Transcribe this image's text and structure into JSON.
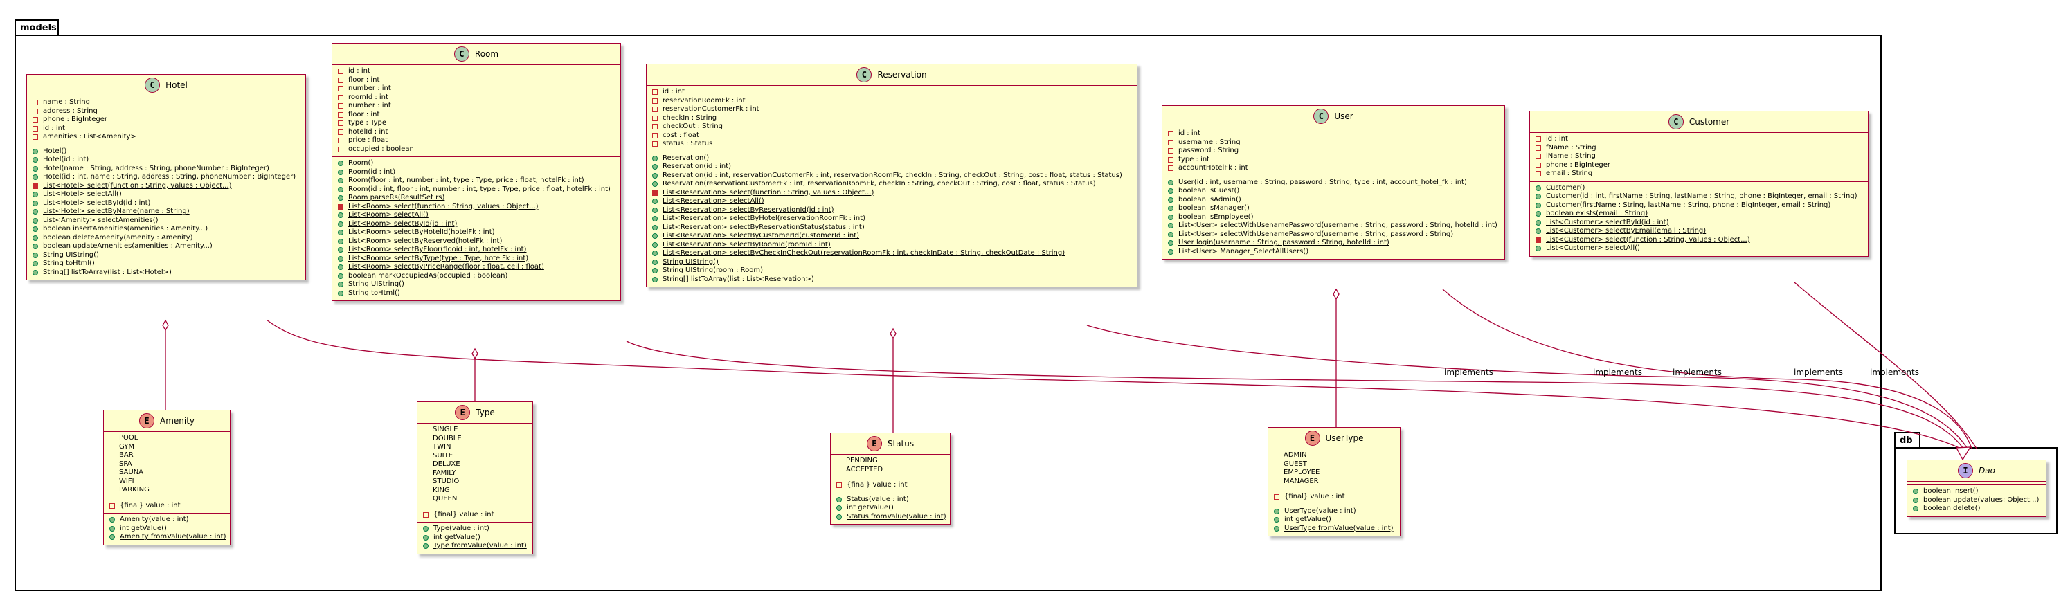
{
  "packages": {
    "models": "models",
    "db": "db"
  },
  "colors": {
    "class_bg": "#fefece",
    "border": "#a80036",
    "class_badge": "#add1b2",
    "enum_badge": "#eb937f",
    "interface_badge": "#b4a7e5",
    "private": "#c82930",
    "public": "#84be84"
  },
  "classes": {
    "hotel": {
      "name": "Hotel",
      "fields": [
        {
          "t": "name : String"
        },
        {
          "t": "address : String"
        },
        {
          "t": "phone : BigInteger"
        },
        {
          "t": "id : int"
        },
        {
          "t": "amenities : List<Amenity>"
        }
      ],
      "methods": [
        {
          "t": "Hotel()"
        },
        {
          "t": "Hotel(id : int)"
        },
        {
          "t": "Hotel(name : String, address : String, phoneNumber : BigInteger)"
        },
        {
          "t": "Hotel(id : int, name : String, address : String, phoneNumber : BigInteger)"
        },
        {
          "t": "List<Hotel> select(function : String, values : Object...)"
        },
        {
          "t": "List<Hotel> selectAll()"
        },
        {
          "t": "List<Hotel> selectById(id : int)"
        },
        {
          "t": "List<Hotel> selectByName(name : String)"
        },
        {
          "t": "List<Amenity> selectAmenities()"
        },
        {
          "t": "boolean insertAmenities(amenities : Amenity...)"
        },
        {
          "t": "boolean deleteAmenity(amenity : Amenity)"
        },
        {
          "t": "boolean updateAmenities(amenities : Amenity...)"
        },
        {
          "t": "String UIString()"
        },
        {
          "t": "String toHtml()"
        },
        {
          "t": "String[] listToArray(list : List<Hotel>)"
        }
      ]
    },
    "room": {
      "name": "Room",
      "fields": [
        {
          "t": "id : int"
        },
        {
          "t": "floor : int"
        },
        {
          "t": "number : int"
        },
        {
          "t": "roomId : int"
        },
        {
          "t": "number : int"
        },
        {
          "t": "floor : int"
        },
        {
          "t": "type : Type"
        },
        {
          "t": "hotelId : int"
        },
        {
          "t": "price : float"
        },
        {
          "t": "occupied : boolean"
        }
      ],
      "methods": [
        {
          "t": "Room()"
        },
        {
          "t": "Room(id : int)"
        },
        {
          "t": "Room(floor : int, number : int, type : Type, price : float, hotelFk : int)"
        },
        {
          "t": "Room(id : int, floor : int, number : int, type : Type, price : float, hotelFk : int)"
        },
        {
          "t": "Room parseRs(ResultSet rs)"
        },
        {
          "t": "List<Room> select(function : String, values : Object...)"
        },
        {
          "t": "List<Room> selectAll()"
        },
        {
          "t": "List<Room> selectById(id : int)"
        },
        {
          "t": "List<Room> selectByHotelId(hotelFk : int)"
        },
        {
          "t": "List<Room> selectByReserved(hotelFk : int)"
        },
        {
          "t": "List<Room> selectByFloor(flooid : int, hotelFk : int)"
        },
        {
          "t": "List<Room> selectByType(type : Type, hotelFk : int)"
        },
        {
          "t": "List<Room> selectByPriceRange(floor : float, ceil : float)"
        },
        {
          "t": "boolean markOccupiedAs(occupied : boolean)"
        },
        {
          "t": "String UIString()"
        },
        {
          "t": "String toHtml()"
        }
      ]
    },
    "reservation": {
      "name": "Reservation",
      "fields": [
        {
          "t": "id : int"
        },
        {
          "t": "reservationRoomFk : int"
        },
        {
          "t": "reservationCustomerFk : int"
        },
        {
          "t": "checkIn : String"
        },
        {
          "t": "checkOut : String"
        },
        {
          "t": "cost : float"
        },
        {
          "t": "status : Status"
        }
      ],
      "methods": [
        {
          "t": "Reservation()"
        },
        {
          "t": "Reservation(id : int)"
        },
        {
          "t": "Reservation(id : int, reservationCustomerFk : int, reservationRoomFk, checkIn : String, checkOut : String, cost : float, status : Status)"
        },
        {
          "t": "Reservation(reservationCustomerFk : int, reservationRoomFk, checkIn : String, checkOut : String, cost : float, status : Status)"
        },
        {
          "t": "List<Reservation> select(function : String, values : Object...)"
        },
        {
          "t": "List<Reservation> selectAll()"
        },
        {
          "t": "List<Reservation> selectByReservationId(id : int)"
        },
        {
          "t": "List<Reservation> selectByHotel(reservationRoomFk : int)"
        },
        {
          "t": "List<Reservation> selectByReservationStatus(status : int)"
        },
        {
          "t": "List<Reservation> selectByCustomerId(customerId : int)"
        },
        {
          "t": "List<Reservation> selectByRoomId(roomId : int)"
        },
        {
          "t": "List<Reservation> selectByCheckInCheckOut(reservationRoomFk : int, checkInDate : String, checkOutDate : String)"
        },
        {
          "t": "String UIString()"
        },
        {
          "t": "String UIString(room : Room)"
        },
        {
          "t": "String[] listToArray(list : List<Reservation>)"
        }
      ]
    },
    "user": {
      "name": "User",
      "fields": [
        {
          "t": "id : int"
        },
        {
          "t": "username : String"
        },
        {
          "t": "password : String"
        },
        {
          "t": "type : int"
        },
        {
          "t": "accountHotelFk : int"
        }
      ],
      "methods": [
        {
          "t": "User(id : int, username : String, password : String, type : int, account_hotel_fk : int)"
        },
        {
          "t": "boolean isGuest()"
        },
        {
          "t": "boolean isAdmin()"
        },
        {
          "t": "boolean isManager()"
        },
        {
          "t": "boolean isEmployee()"
        },
        {
          "t": "List<User> selectWithUsenamePassword(username : String, password : String, hotelId : int)"
        },
        {
          "t": "List<User> selectWithUsenamePassword(username : String, password : String)"
        },
        {
          "t": "User login(username : String, password : String, hotelId : int)"
        },
        {
          "t": "List<User> Manager_SelectAllUsers()"
        }
      ]
    },
    "customer": {
      "name": "Customer",
      "fields": [
        {
          "t": "id : int"
        },
        {
          "t": "fName : String"
        },
        {
          "t": "lName : String"
        },
        {
          "t": "phone : BigInteger"
        },
        {
          "t": "email : String"
        }
      ],
      "methods": [
        {
          "t": "Customer()"
        },
        {
          "t": "Customer(id : int, firstName : String, lastName : String, phone : BigInteger, email : String)"
        },
        {
          "t": "Customer(firstName : String, lastName : String, phone : BigInteger, email : String)"
        },
        {
          "t": "boolean exists(email : String)"
        },
        {
          "t": "List<Customer> selectById(id : int)"
        },
        {
          "t": "List<Customer> selectByEmail(email : String)"
        },
        {
          "t": "List<Customer> select(function : String, values : Object...)"
        },
        {
          "t": "List<Customer> selectAll()"
        }
      ]
    }
  },
  "enums": {
    "amenity": {
      "name": "Amenity",
      "literals": [
        "POOL",
        "GYM",
        "BAR",
        "SPA",
        "SAUNA",
        "WIFI",
        "PARKING"
      ],
      "field": "{final} value : int",
      "methods": [
        "Amenity(value : int)",
        "int getValue()",
        "Amenity fromValue(value : int)"
      ]
    },
    "type": {
      "name": "Type",
      "literals": [
        "SINGLE",
        "DOUBLE",
        "TWIN",
        "SUITE",
        "DELUXE",
        "FAMILY",
        "STUDIO",
        "KING",
        "QUEEN"
      ],
      "field": "{final} value : int",
      "methods": [
        "Type(value : int)",
        "int getValue()",
        "Type fromValue(value : int)"
      ]
    },
    "status": {
      "name": "Status",
      "literals": [
        "PENDING",
        "ACCEPTED"
      ],
      "field": "{final} value : int",
      "methods": [
        "Status(value : int)",
        "int getValue()",
        "Status fromValue(value : int)"
      ]
    },
    "usertype": {
      "name": "UserType",
      "literals": [
        "ADMIN",
        "GUEST",
        "EMPLOYEE",
        "MANAGER"
      ],
      "field": "{final} value : int",
      "methods": [
        "UserType(value : int)",
        "int getValue()",
        "UserType fromValue(value : int)"
      ]
    }
  },
  "interface": {
    "name": "Dao",
    "methods": [
      "boolean insert()",
      "boolean update(values: Object...)",
      "boolean delete()"
    ]
  },
  "relations": {
    "implements_label": "implements"
  }
}
